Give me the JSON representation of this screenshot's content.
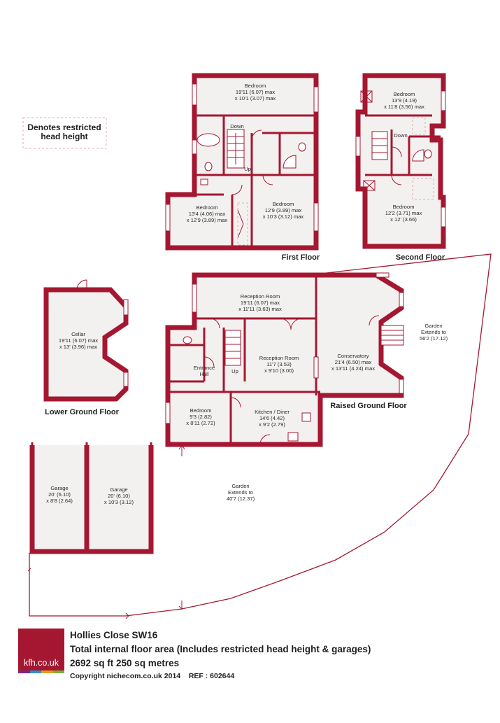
{
  "legend": {
    "text_line1": "Denotes restricted",
    "text_line2": "head height"
  },
  "floors": {
    "first": "First Floor",
    "second": "Second Floor",
    "lower_ground": "Lower Ground Floor",
    "raised_ground": "Raised Ground Floor"
  },
  "rooms": {
    "ff_bed1": {
      "name": "Bedroom",
      "dim1": "19'11 (6.07) max",
      "dim2": "x 10'1 (3.07) max"
    },
    "ff_bed2": {
      "name": "Bedroom",
      "dim1": "13'4 (4.06) max",
      "dim2": "x 12'9 (3.89) max"
    },
    "ff_bed3": {
      "name": "Bedroom",
      "dim1": "12'9 (3.89) max",
      "dim2": "x 10'3 (3.12) max"
    },
    "sf_bed1": {
      "name": "Bedroom",
      "dim1": "13'9 (4.19)",
      "dim2": "x 11'8 (3.56) max"
    },
    "sf_bed2": {
      "name": "Bedroom",
      "dim1": "12'2 (3.71) max",
      "dim2": "x 12' (3.66)"
    },
    "cellar": {
      "name": "Cellar",
      "dim1": "19'11 (6.07) max",
      "dim2": "x 13' (3.96) max"
    },
    "rec1": {
      "name": "Reception Room",
      "dim1": "19'11 (6.07) max",
      "dim2": "x 11'11 (3.63) max"
    },
    "rec2": {
      "name": "Reception Room",
      "dim1": "11'7 (3.53)",
      "dim2": "x 9'10 (3.00)"
    },
    "entrance": {
      "name1": "Entrance",
      "name2": "Hall"
    },
    "conservatory": {
      "name": "Conservatory",
      "dim1": "21'4 (6.50) max",
      "dim2": "x 13'11 (4.24) max"
    },
    "rg_bed": {
      "name": "Bedroom",
      "dim1": "9'3 (2.82)",
      "dim2": "x 8'11 (2.72)"
    },
    "kitchen": {
      "name": "Kitchen / Diner",
      "dim1": "14'6 (4.42)",
      "dim2": "x 9'2 (2.79)"
    },
    "garage1": {
      "name": "Garage",
      "dim1": "20' (6.10)",
      "dim2": "x 8'8 (2.64)"
    },
    "garage2": {
      "name": "Garage",
      "dim1": "20' (6.10)",
      "dim2": "x 10'3 (3.12)"
    }
  },
  "stairs": {
    "down": "Down",
    "up": "Up"
  },
  "gardens": {
    "side": {
      "line1": "Garden",
      "line2": "Extends to",
      "line3": "56'2 (17.12)"
    },
    "front": {
      "line1": "Garden",
      "line2": "Extends to",
      "line3": "40'7 (12.37)"
    }
  },
  "footer": {
    "logo": "kfh.co.uk",
    "title": "Hollies Close SW16",
    "area_line": "Total internal floor area (Includes restricted head height & garages)",
    "size_line": "2692 sq ft 250 sq metres",
    "copyright": "Copyright nichecom.co.uk 2014",
    "ref": "REF : 602644"
  },
  "colors": {
    "brand": "#a51731",
    "room_fill": "#f3f1f0",
    "stripe": [
      "#7a2a7c",
      "#2f8fcf",
      "#e0a21b",
      "#7bb03a"
    ]
  }
}
